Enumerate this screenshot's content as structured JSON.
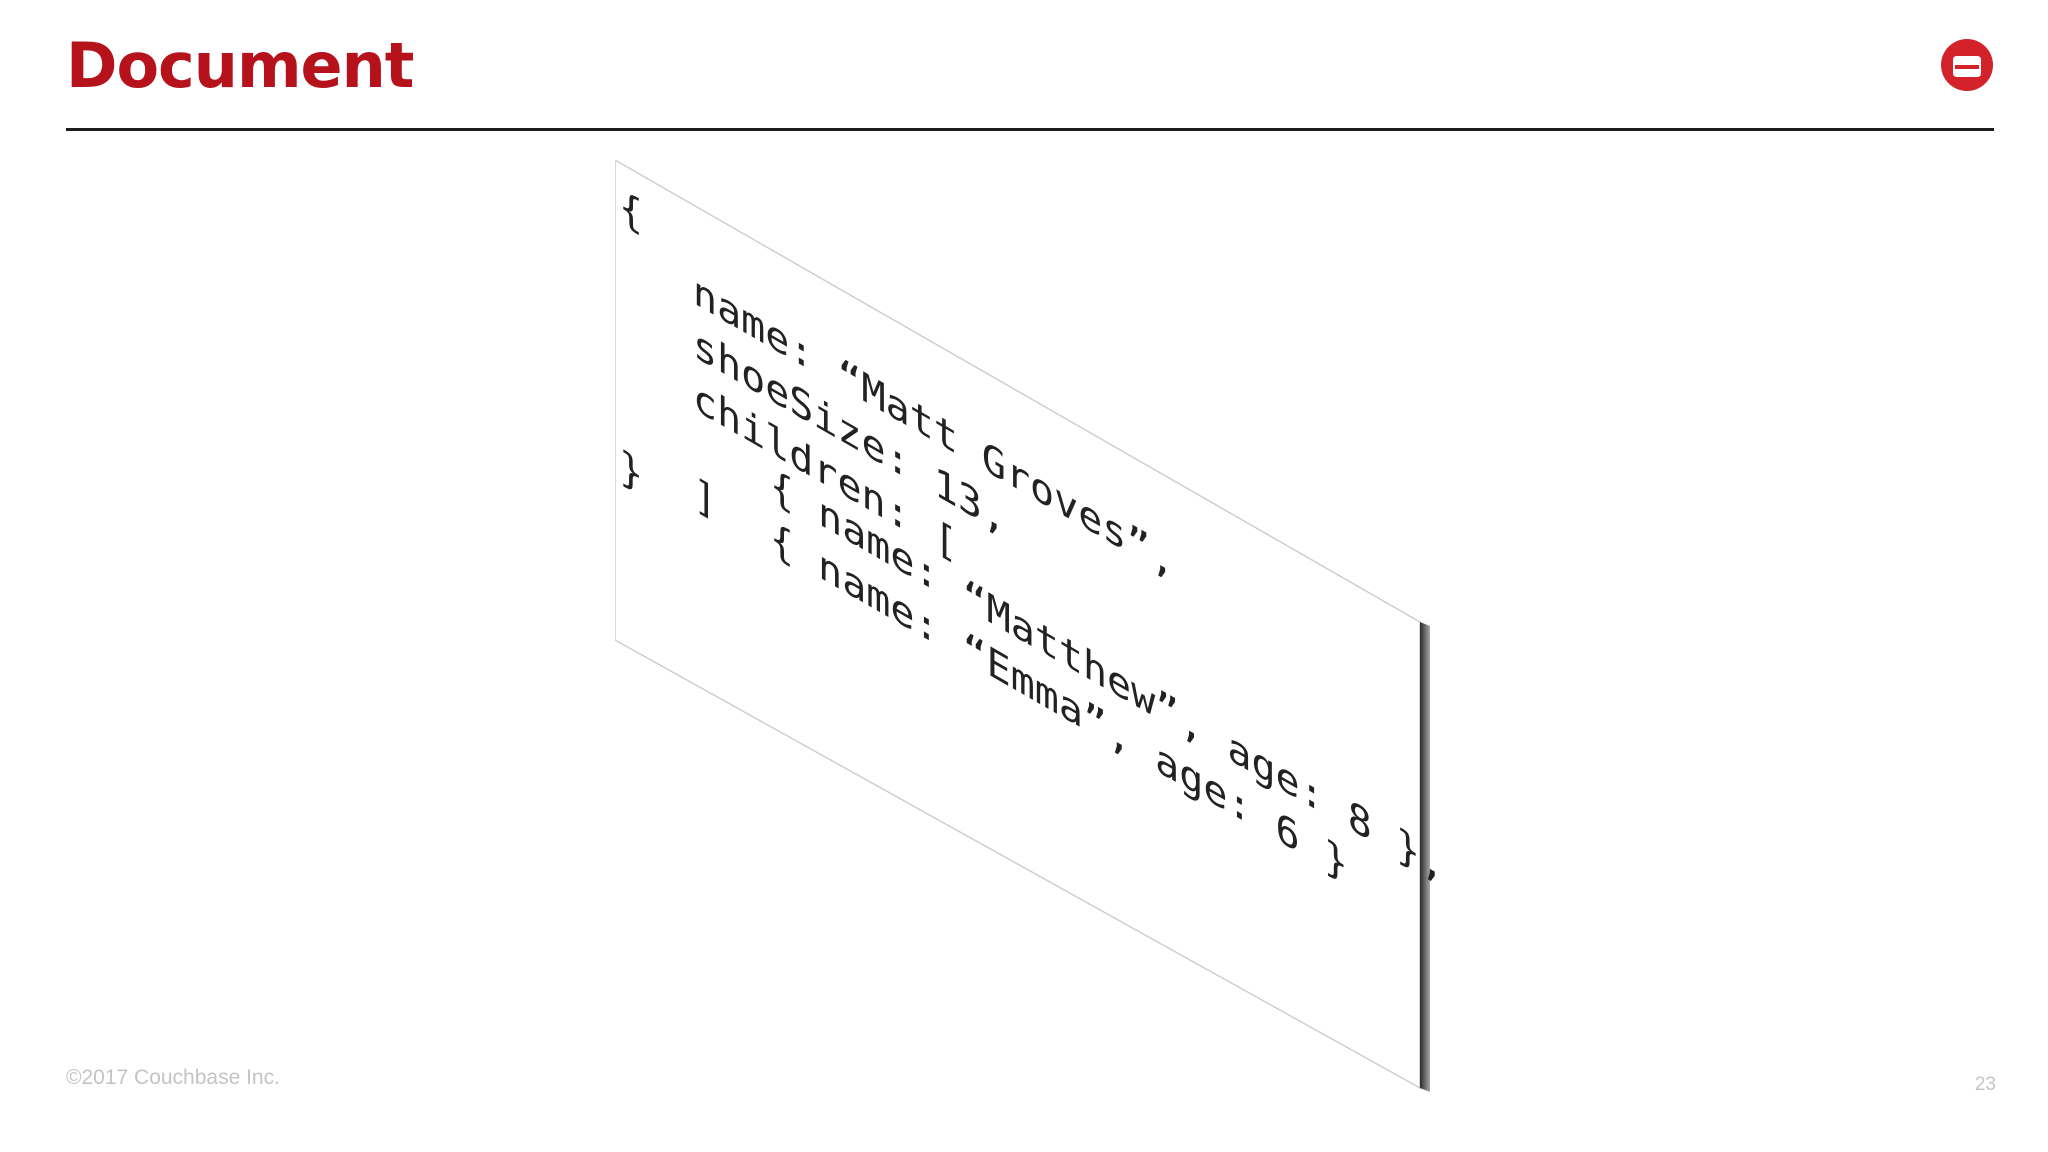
{
  "slide": {
    "title": "Document",
    "footer": "©2017 Couchbase Inc.",
    "page_number": "23"
  },
  "logo": {
    "icon": "couchbase-logo-icon",
    "color": "#d3222a"
  },
  "document": {
    "lines": [
      "{",
      "name: “Matt Groves”,",
      "shoeSize: 13,",
      "children: [",
      "{ name: “Matthew”, age: 8 },",
      "{ name: “Emma”, age: 6 }",
      "]",
      "}"
    ]
  },
  "colors": {
    "title": "#b5121b",
    "rule": "#1c1c1c",
    "footer": "#c4c4c4",
    "code": "#222222"
  }
}
